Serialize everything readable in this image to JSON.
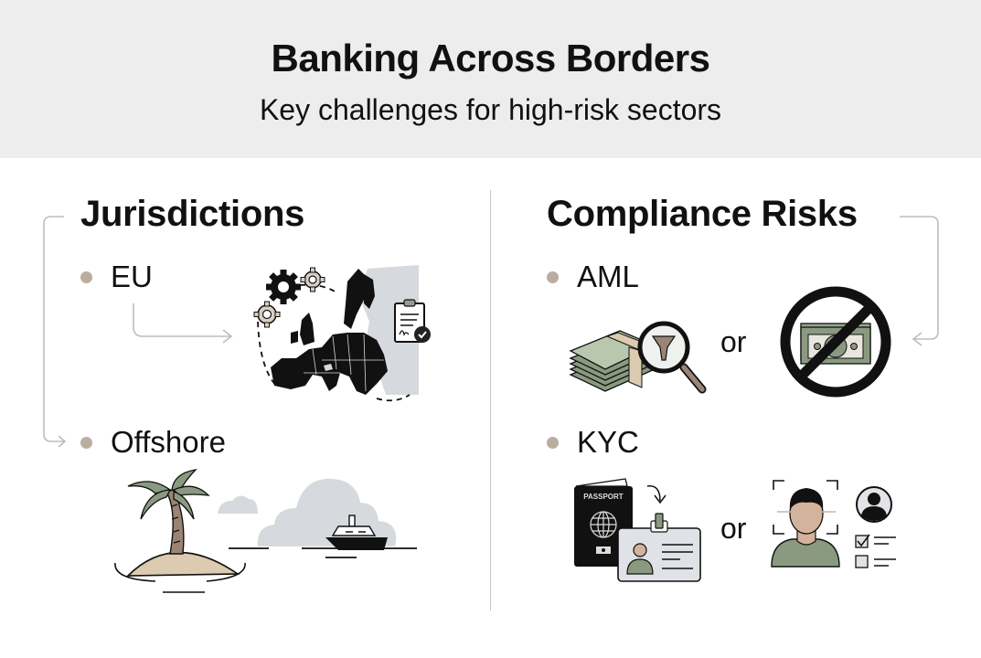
{
  "header": {
    "title": "Banking Across Borders",
    "subtitle": "Key challenges for high-risk sectors"
  },
  "sections": {
    "left": {
      "title": "Jurisdictions",
      "items": [
        {
          "label": "EU",
          "illustration": "europe-map-with-gears-and-signed-clipboard"
        },
        {
          "label": "Offshore",
          "illustration": "palm-island-and-ship-with-clouds"
        }
      ]
    },
    "right": {
      "title": "Compliance Risks",
      "items": [
        {
          "label": "AML",
          "illustrations": [
            "cash-stack-with-magnifier-filter",
            "prohibited-cash"
          ],
          "separator": "or"
        },
        {
          "label": "KYC",
          "illustrations": [
            "passport-to-id-badge",
            "face-scan-with-profile-checklist"
          ],
          "separator": "or",
          "passport_label": "PASSPORT"
        }
      ]
    }
  },
  "colors": {
    "header_bg": "#ededed",
    "bullet_dot": "#b9ae9f",
    "connector_line": "#bdbdbd",
    "sage_green": "#8a9a80",
    "sand": "#dccbb0",
    "cloud_gray": "#d6d9dd",
    "skin": "#d4b39c",
    "ink": "#111111"
  }
}
